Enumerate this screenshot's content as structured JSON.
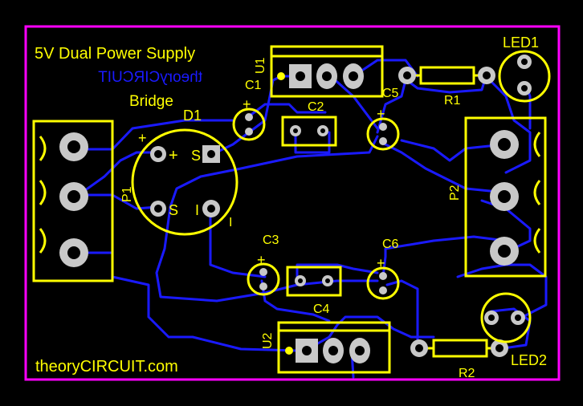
{
  "board": {
    "title": "5V Dual Power Supply",
    "brand_mirrored": "theoryCIRCUIT",
    "bridge_label": "Bridge",
    "footer": "theoryCIRCUIT.com",
    "outline_color": "#ff00ff",
    "silk_color": "#ffff00",
    "trace_color": "#1a1aff"
  },
  "components": {
    "U1": "U1",
    "U2": "U2",
    "C1": "C1",
    "C2": "C2",
    "C3": "C3",
    "C4": "C4",
    "C5": "C5",
    "C6": "C6",
    "D1": "D1",
    "R1": "R1",
    "R2": "R2",
    "LED1": "LED1",
    "LED2": "LED2",
    "P1": "P1",
    "P2": "P2"
  },
  "markings": {
    "plus": "+",
    "ac": "S",
    "minus": "I"
  }
}
